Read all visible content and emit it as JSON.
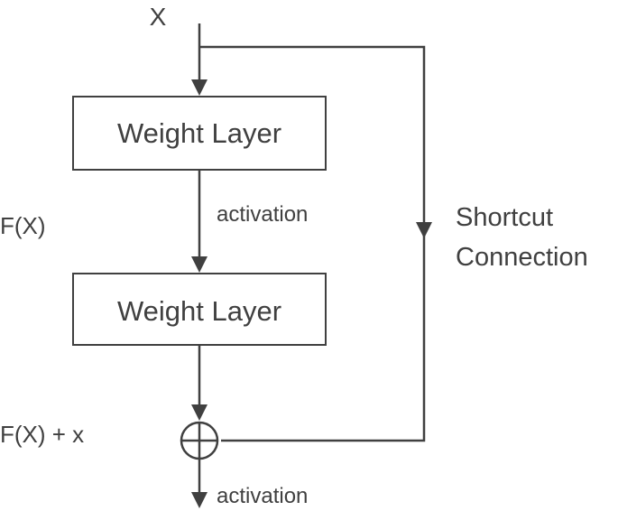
{
  "diagram": {
    "input_label": "X",
    "layers": [
      {
        "label": "Weight Layer"
      },
      {
        "label": "Weight Layer"
      }
    ],
    "activation_label": "activation",
    "fx_label": "F(X)",
    "sum_label": "F(X) + x",
    "output_activation_label": "activation",
    "shortcut_label_line1": "Shortcut",
    "shortcut_label_line2": "Connection",
    "colors": {
      "stroke": "#404040",
      "text": "#404040",
      "background": "#ffffff"
    }
  }
}
